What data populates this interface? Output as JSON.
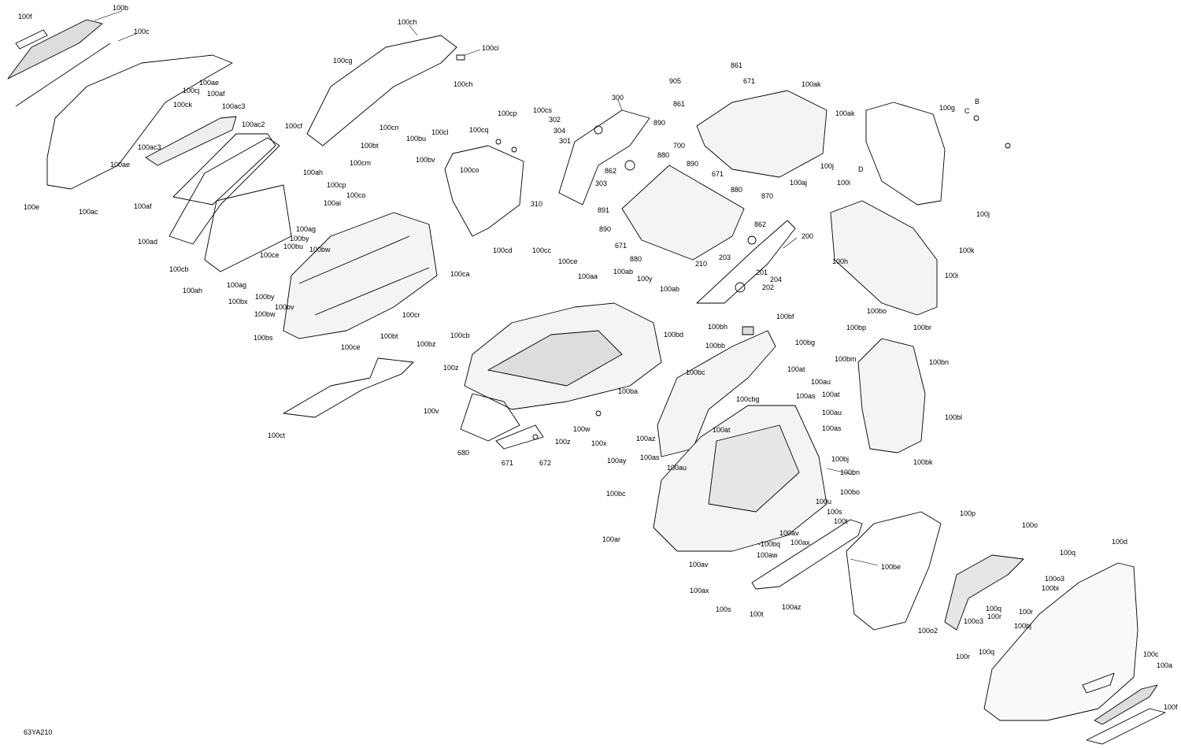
{
  "document_id": "63YA210",
  "colors": {
    "line": "#000000",
    "shade": "#d9d9d9",
    "paper": "#ffffff"
  },
  "labels": [
    "100f",
    "100b",
    "100c",
    "100e",
    "100ac",
    "100af",
    "100ad",
    "100ae",
    "100ac3",
    "100ck",
    "100cj",
    "100ae",
    "100af",
    "100ac3",
    "100ac2",
    "100cf",
    "100cg",
    "100ch",
    "100ci",
    "100ch",
    "100cn",
    "100bt",
    "100bu",
    "100cm",
    "100bv",
    "100cp",
    "100co",
    "100ah",
    "100ai",
    "100ag",
    "100by",
    "100bu",
    "100bw",
    "100ce",
    "100cb",
    "100ag",
    "100ah",
    "100bx",
    "100by",
    "100bw",
    "100bv",
    "100bs",
    "100ce",
    "100cr",
    "100bt",
    "100ct",
    "100cp",
    "100cs",
    "100cq",
    "100cl",
    "100co",
    "302",
    "304",
    "301",
    "300",
    "890",
    "880",
    "862",
    "303",
    "310",
    "891",
    "861",
    "905",
    "671",
    "861",
    "700",
    "100ak",
    "100ak",
    "890",
    "671",
    "880",
    "870",
    "890",
    "671",
    "862",
    "880",
    "200",
    "203",
    "210",
    "201",
    "204",
    "202",
    "100aj",
    "100g",
    "B",
    "C",
    "D",
    "100j",
    "100i",
    "100j",
    "100h",
    "100k",
    "100i",
    "100cd",
    "100cc",
    "100ce",
    "100ca",
    "100cb",
    "100bz",
    "100aa",
    "100ab",
    "100y",
    "100ab",
    "100z",
    "100v",
    "680",
    "671",
    "672",
    "100w",
    "100z",
    "100x",
    "100ba",
    "100ay",
    "100az",
    "100bd",
    "100bb",
    "100bc",
    "100bh",
    "100bf",
    "100bg",
    "100at",
    "100au",
    "100as",
    "100bo",
    "100bp",
    "100br",
    "100bm",
    "100bn",
    "100bl",
    "100bk",
    "100cbg",
    "100at",
    "100at",
    "100au",
    "100as",
    "100bj",
    "100bn",
    "100bo",
    "100as",
    "100au",
    "100bc",
    "100ar",
    "100u",
    "100s",
    "100t",
    "100av",
    "-100bq",
    "100ax",
    "100aw",
    "100av",
    "100ax",
    "100s",
    "100t",
    "100az",
    "100be",
    "100p",
    "100o",
    "100q",
    "100o3",
    "100bi",
    "100q",
    "100r",
    "100r",
    "100bj",
    "100o3",
    "100o2",
    "100r",
    "100q",
    "100d",
    "100c",
    "100a",
    "100f"
  ]
}
